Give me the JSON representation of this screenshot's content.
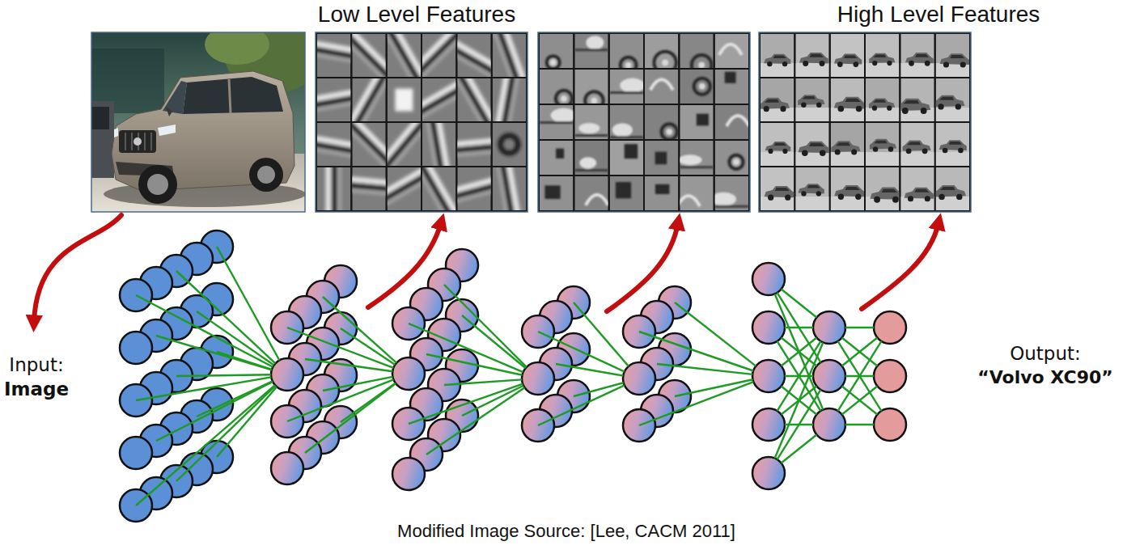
{
  "diagram": {
    "caption": "Modified Image Source: [Lee, CACM 2011]",
    "labels": [
      "Low Level Features",
      "High Level Features",
      "Input:",
      "Image",
      "Output:",
      "“Volvo XC90”"
    ]
  }
}
